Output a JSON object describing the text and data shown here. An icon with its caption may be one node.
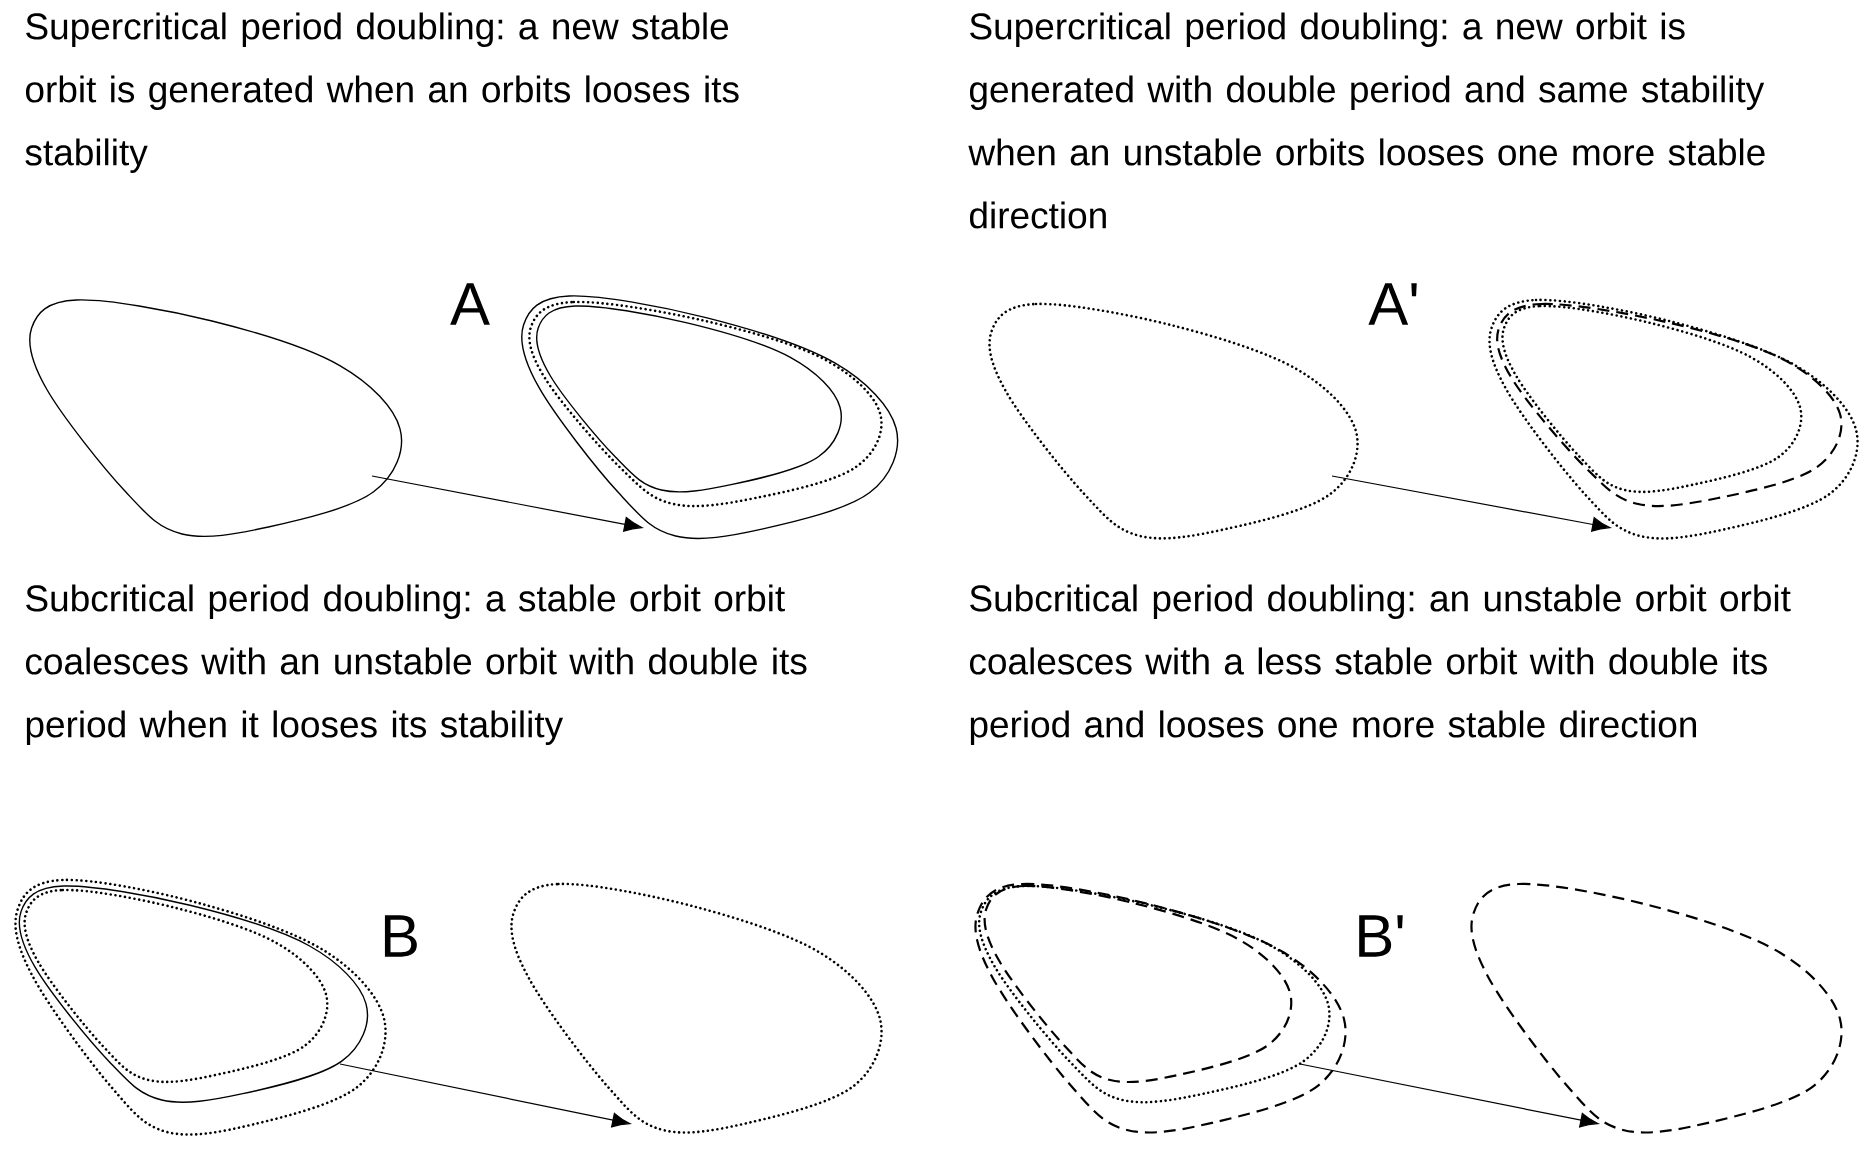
{
  "diagram": {
    "nodes": [
      {
        "text": [],
        "shape": "loop"
      },
      {
        "text": [],
        "shape": "loop"
      },
      {
        "text": [],
        "shape": "loop"
      },
      {
        "text": [],
        "shape": "loop"
      },
      {
        "text": [],
        "shape": "loop"
      },
      {
        "text": [],
        "shape": "loop"
      },
      {
        "text": [],
        "shape": "loop"
      },
      {
        "text": [],
        "shape": "loop"
      }
    ],
    "edges": [
      {
        "from": 0,
        "to": 1,
        "arrow": "to"
      },
      {
        "from": 2,
        "to": 3,
        "arrow": "to"
      },
      {
        "from": 4,
        "to": 5,
        "arrow": "to"
      },
      {
        "from": 6,
        "to": 7,
        "arrow": "to"
      }
    ],
    "labels": [
      "Supercritical period doubling: a new stable orbit is generated when an orbits looses its stability",
      "Supercritical period doubling: a new orbit is generated with double period and same stability when an unstable orbits looses one more stable direction",
      "A",
      "A'",
      "Subcritical period doubling: a stable orbit orbit coalesces with an unstable orbit with double its period when it looses its stability",
      "Subcritical period doubling: an unstable orbit orbit coalesces with a less stable orbit with double its period and looses one more stable direction",
      "B",
      "B'"
    ]
  }
}
